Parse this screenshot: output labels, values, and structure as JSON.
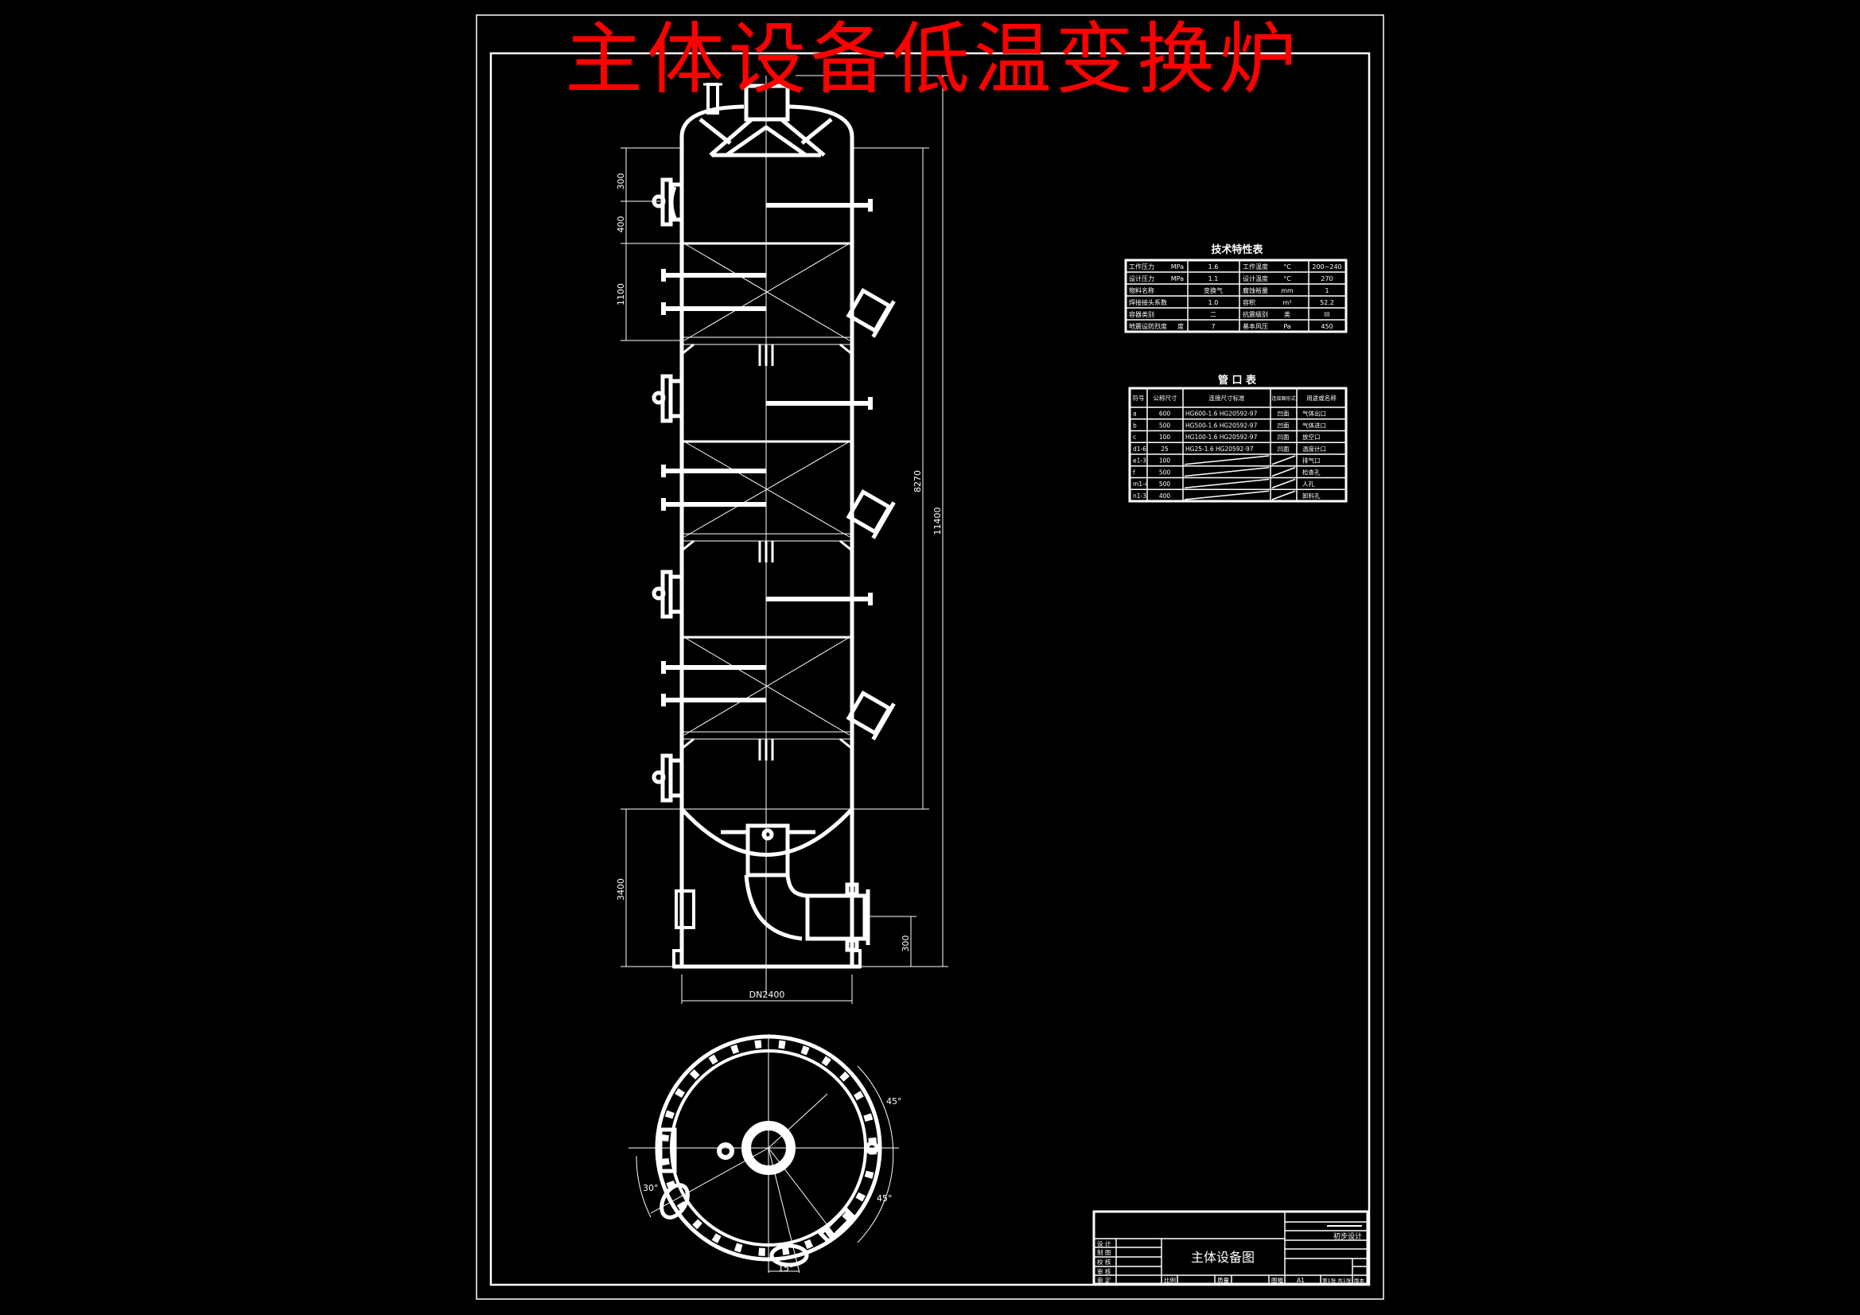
{
  "drawing": {
    "banner_title": "主体设备低温变换炉",
    "colors": {
      "background": "#000000",
      "lines": "#ffffff",
      "banner": "#ff0000"
    },
    "dimensions": {
      "left_top_1": "300",
      "left_top_2": "400",
      "left_bed": "1100",
      "skirt_height": "3400",
      "right_shell": "8270",
      "right_total": "11400",
      "outlet_height": "300",
      "diameter": "DN2400"
    },
    "plan_view": {
      "angle_1": "45°",
      "angle_2": "30°",
      "angle_3": "45°",
      "angle_4": "15°"
    }
  },
  "tech_table": {
    "title": "技术特性表",
    "rows": [
      [
        "工作压力",
        "MPa",
        "1.6",
        "工作温度",
        "°C",
        "200~240"
      ],
      [
        "设计压力",
        "MPa",
        "1.1",
        "设计温度",
        "°C",
        "270"
      ],
      [
        "物料名称",
        "",
        "变换气",
        "腐蚀裕量",
        "mm",
        "1"
      ],
      [
        "焊接接头系数",
        "",
        "1.0",
        "容积",
        "m³",
        "52.2"
      ],
      [
        "容器类别",
        "",
        "二",
        "抗震级别",
        "类",
        "III"
      ],
      [
        "地震设防烈度",
        "度",
        "7",
        "基本风压",
        "Pa",
        "450"
      ]
    ]
  },
  "nozzle_table": {
    "title": "管 口 表",
    "headers": [
      "符号",
      "公称尺寸",
      "连接尺寸标准",
      "连接面形式",
      "用途或名称"
    ],
    "rows": [
      [
        "a",
        "600",
        "HG600-1.6   HG20592-97",
        "凹面",
        "气体出口"
      ],
      [
        "b",
        "500",
        "HG500-1.6   HG20592-97",
        "凹面",
        "气体进口"
      ],
      [
        "c",
        "100",
        "HG100-1.6   HG20592-97",
        "凹面",
        "放空口"
      ],
      [
        "d1-6",
        "25",
        "HG25-1.6   HG20592-97",
        "凹面",
        "温度计口"
      ],
      [
        "e1-3",
        "100",
        "",
        "",
        "排气口"
      ],
      [
        "f",
        "500",
        "",
        "",
        "检查孔"
      ],
      [
        "m1-4",
        "500",
        "",
        "",
        "人孔"
      ],
      [
        "n1-3",
        "400",
        "",
        "",
        "卸料孔"
      ]
    ]
  },
  "title_block": {
    "roles": [
      "设 计",
      "制 图",
      "校 核",
      "审 核",
      "审 定"
    ],
    "drawing_name": "主体设备图",
    "stage": "初步设计",
    "scale_label": "比例",
    "mass_label": "质量",
    "size_label": "图幅",
    "size_value": "A1",
    "sheet": "第1张 共1张",
    "version_label": "版本"
  }
}
